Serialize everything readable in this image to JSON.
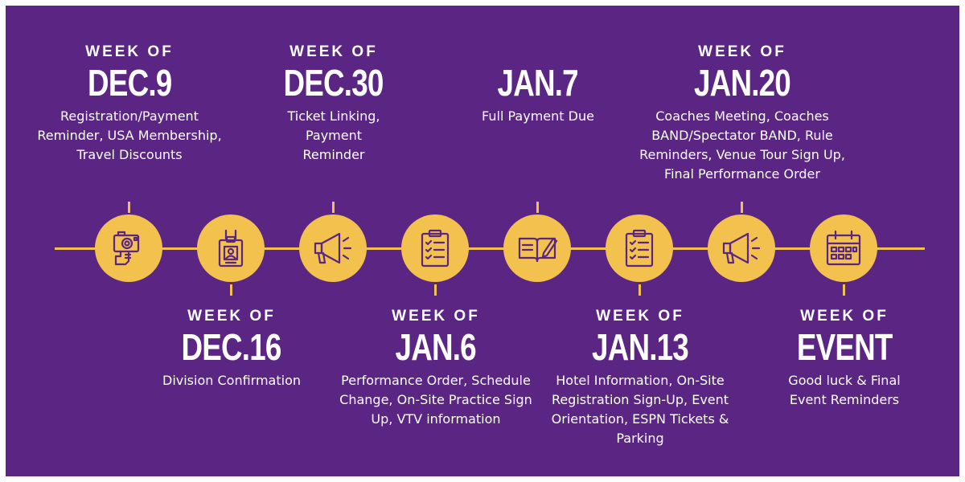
{
  "colors": {
    "background": "#5b2683",
    "accent": "#f2c14e",
    "icon": "#5b2683",
    "text": "#ffffff"
  },
  "nodes": [
    {
      "icon": "camera-hand-icon"
    },
    {
      "icon": "id-badge-icon"
    },
    {
      "icon": "megaphone-icon"
    },
    {
      "icon": "clipboard-checklist-icon"
    },
    {
      "icon": "open-book-pencil-icon"
    },
    {
      "icon": "clipboard-checklist-icon"
    },
    {
      "icon": "megaphone-icon"
    },
    {
      "icon": "calendar-icon"
    }
  ],
  "top_entries": [
    {
      "week_of": "WEEK OF",
      "date": "DEC.9",
      "description": "Registration/Payment Reminder, USA Membership, Travel Discounts"
    },
    {
      "week_of": "WEEK OF",
      "date": "DEC.30",
      "description": "Ticket Linking, Payment Reminder"
    },
    {
      "week_of": "",
      "date": "JAN.7",
      "description": "Full Payment Due"
    },
    {
      "week_of": "WEEK OF",
      "date": "JAN.20",
      "description": "Coaches Meeting, Coaches BAND/Spectator BAND, Rule Reminders, Venue Tour Sign Up, Final Performance Order"
    }
  ],
  "bottom_entries": [
    {
      "week_of": "WEEK OF",
      "date": "DEC.16",
      "description": "Division Confirmation"
    },
    {
      "week_of": "WEEK OF",
      "date": "JAN.6",
      "description": "Performance Order, Schedule Change, On-Site Practice Sign Up, VTV information"
    },
    {
      "week_of": "WEEK OF",
      "date": "JAN.13",
      "description": "Hotel Information, On-Site Registration Sign-Up, Event Orientation, ESPN Tickets & Parking"
    },
    {
      "week_of": "WEEK OF",
      "date": "EVENT",
      "description": "Good luck & Final Event Reminders"
    }
  ]
}
